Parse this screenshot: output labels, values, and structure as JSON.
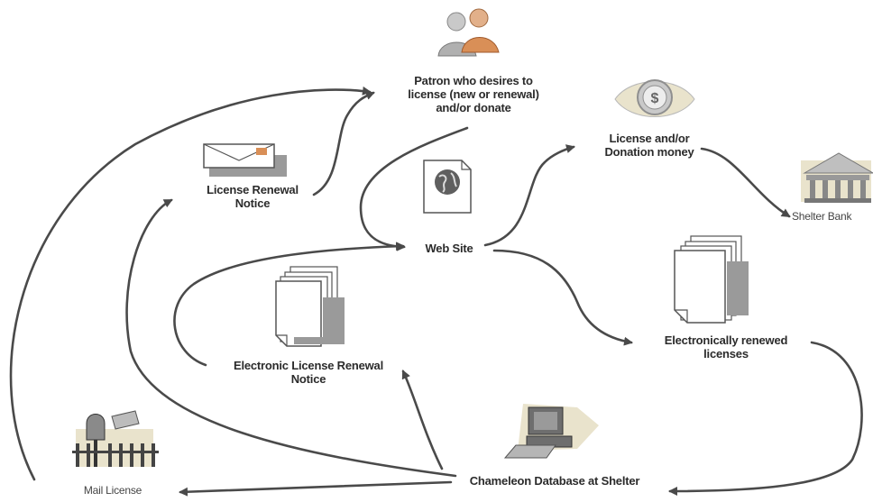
{
  "nodes": {
    "patron": "Patron who desires to\nlicense (new or renewal)\nand/or donate",
    "renewal_notice": "License Renewal\nNotice",
    "money": "License and/or\nDonation money",
    "bank": "Shelter Bank",
    "web_site": "Web Site",
    "electronic_notice": "Electronic License Renewal\nNotice",
    "electronic_renewed": "Electronically renewed\nlicenses",
    "database": "Chameleon Database at Shelter",
    "mail_license": "Mail License"
  },
  "icons": {
    "patron": "people-icon",
    "renewal_notice": "envelope-icon",
    "money": "dollar-coin-icon",
    "bank": "bank-building-icon",
    "web_site": "web-page-globe-icon",
    "electronic_notice": "document-stack-icon",
    "electronic_renewed": "document-stack-icon",
    "database": "computer-icon",
    "mail_license": "mailbox-icon"
  },
  "colors": {
    "arrow": "#4a4a4a",
    "icon_orange": "#d98f57",
    "icon_grey": "#8f8f8f",
    "icon_beige": "#e9e3cc"
  }
}
